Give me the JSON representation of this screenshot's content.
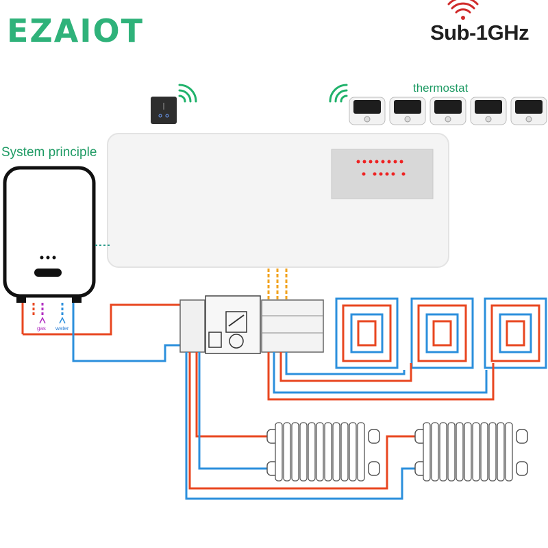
{
  "brand": {
    "logo_text": "EZAIOT"
  },
  "header": {
    "band_label": "Sub-1GHz"
  },
  "diagram": {
    "title": "System principle",
    "thermostat_label": "thermostat",
    "boiler_labels": {
      "gas": "gas",
      "water": "water"
    }
  },
  "colors": {
    "brand_green": "#2fb27a",
    "supply_pipe": "#e8461f",
    "return_pipe": "#2b8fdc",
    "gas_line": "#b02ec1",
    "signal_line": "#f1a21c",
    "wifi_icon": "#20b26b"
  },
  "icons": [
    "wifi-icon",
    "switch-icon",
    "thermostat-icon",
    "radiator-icon",
    "boiler-icon"
  ]
}
